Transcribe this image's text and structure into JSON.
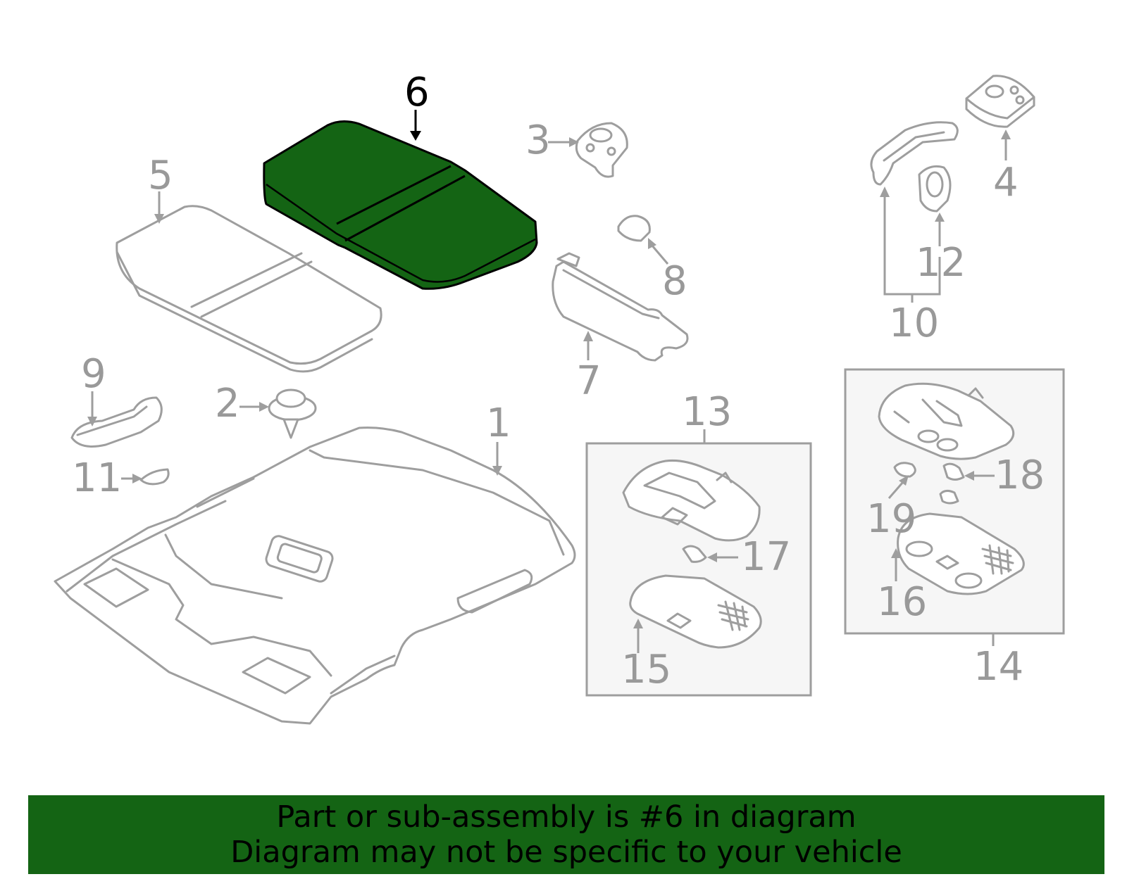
{
  "diagram": {
    "highlighted_part": "6",
    "highlight_color": "#146414",
    "line_color": "#9e9e9e",
    "callouts": [
      "1",
      "2",
      "3",
      "4",
      "5",
      "6",
      "7",
      "8",
      "9",
      "10",
      "11",
      "12",
      "13",
      "14",
      "15",
      "16",
      "17",
      "18",
      "19"
    ]
  },
  "banner": {
    "line1": "Part or sub-assembly is #6 in diagram",
    "line2": "Diagram may not be specific to your vehicle",
    "background": "#146414"
  }
}
